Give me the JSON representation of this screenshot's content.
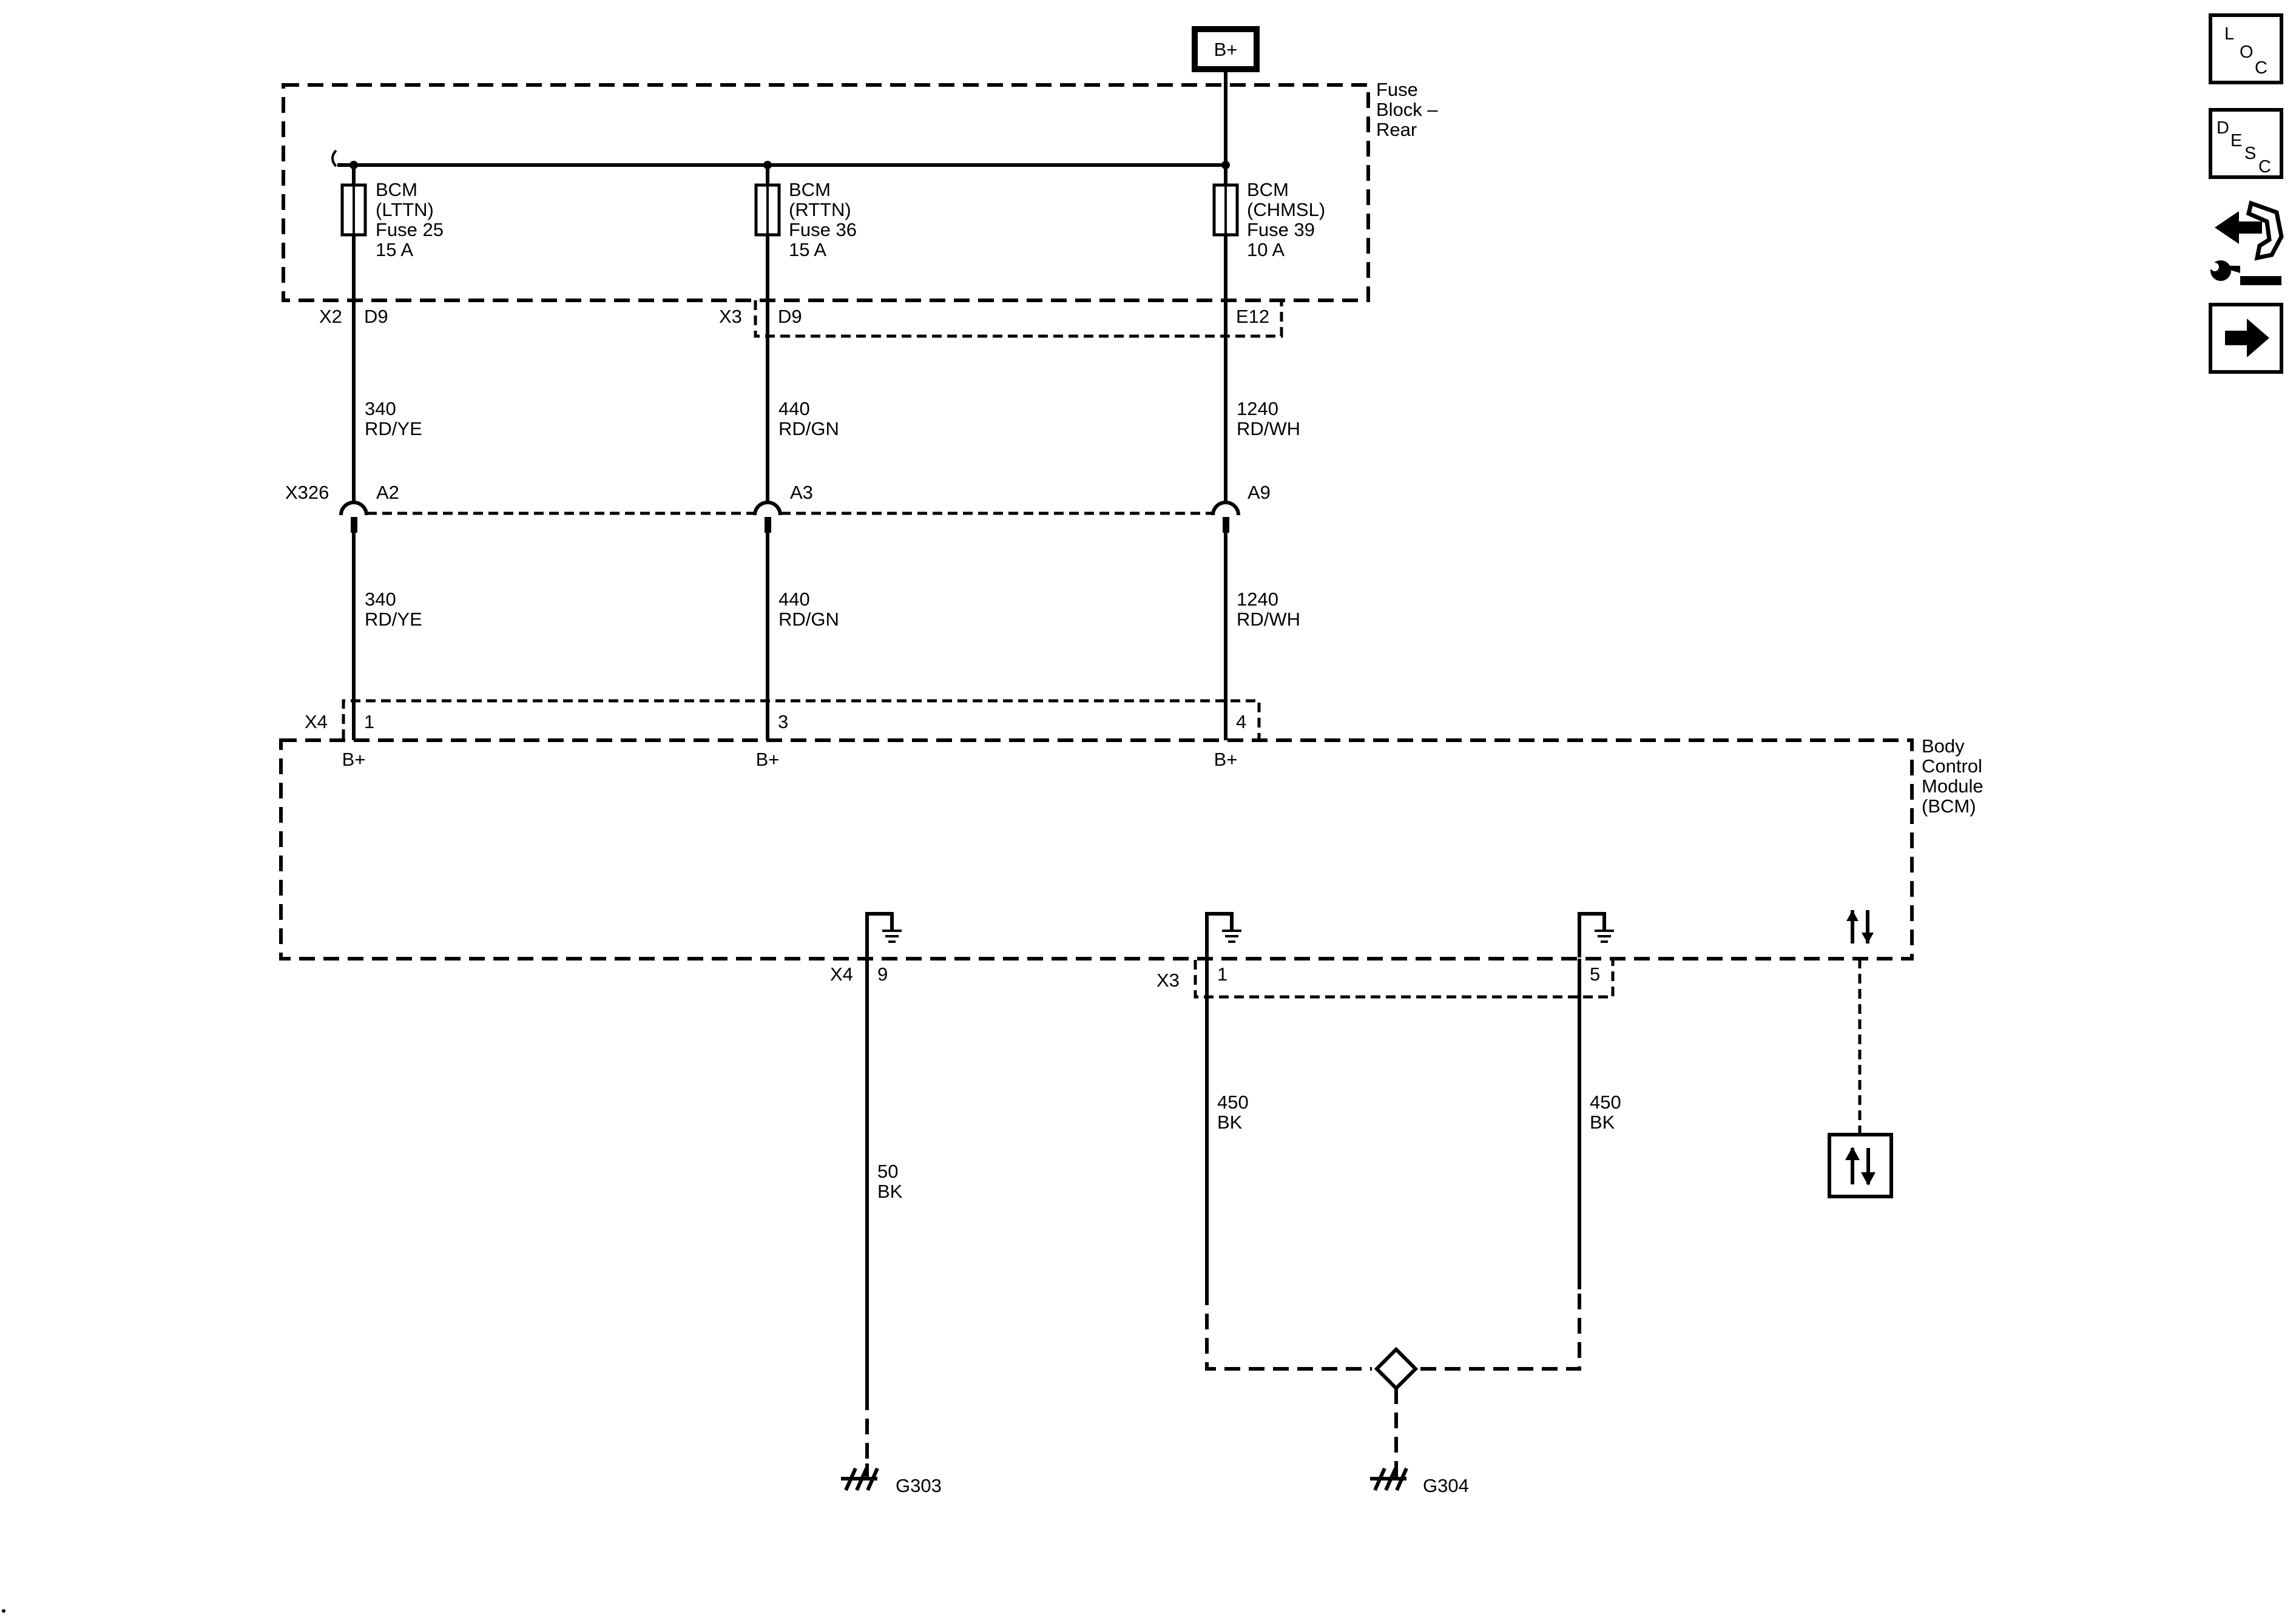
{
  "power_source": "B+",
  "fuse_block": {
    "title_lines": [
      "Fuse",
      "Block –",
      "Rear"
    ]
  },
  "fuses": [
    {
      "lines": [
        "BCM",
        "(LTTN)",
        "Fuse 25",
        "15 A"
      ]
    },
    {
      "lines": [
        "BCM",
        "(RTTN)",
        "Fuse 36",
        "15 A"
      ]
    },
    {
      "lines": [
        "BCM",
        "(CHMSL)",
        "Fuse 39",
        "10 A"
      ]
    }
  ],
  "fuse_block_connectors": {
    "x2": "X2",
    "x3": "X3",
    "pins": [
      "D9",
      "D9",
      "E12"
    ]
  },
  "wires_upper": [
    {
      "circuit": "340",
      "color": "RD/YE"
    },
    {
      "circuit": "440",
      "color": "RD/GN"
    },
    {
      "circuit": "1240",
      "color": "RD/WH"
    }
  ],
  "inline_connector": {
    "name": "X326",
    "pins": [
      "A2",
      "A3",
      "A9"
    ]
  },
  "wires_lower": [
    {
      "circuit": "340",
      "color": "RD/YE"
    },
    {
      "circuit": "440",
      "color": "RD/GN"
    },
    {
      "circuit": "1240",
      "color": "RD/WH"
    }
  ],
  "bcm_power_connector": {
    "name": "X4",
    "pins": [
      "1",
      "3",
      "4"
    ],
    "pin_labels": [
      "B+",
      "B+",
      "B+"
    ]
  },
  "bcm": {
    "title_lines": [
      "Body",
      "Control",
      "Module",
      "(BCM)"
    ]
  },
  "bcm_ground_connectors": {
    "x4": "X4",
    "x4_pin": "9",
    "x3": "X3",
    "x3_pins": [
      "1",
      "5"
    ]
  },
  "ground_wires": [
    {
      "circuit": "50",
      "color": "BK"
    },
    {
      "circuit": "450",
      "color": "BK"
    },
    {
      "circuit": "450",
      "color": "BK"
    }
  ],
  "grounds": [
    "G303",
    "G304"
  ],
  "side_buttons": {
    "loc": [
      "L",
      "O",
      "C"
    ],
    "desc": [
      "D",
      "E",
      "S",
      "C"
    ]
  }
}
